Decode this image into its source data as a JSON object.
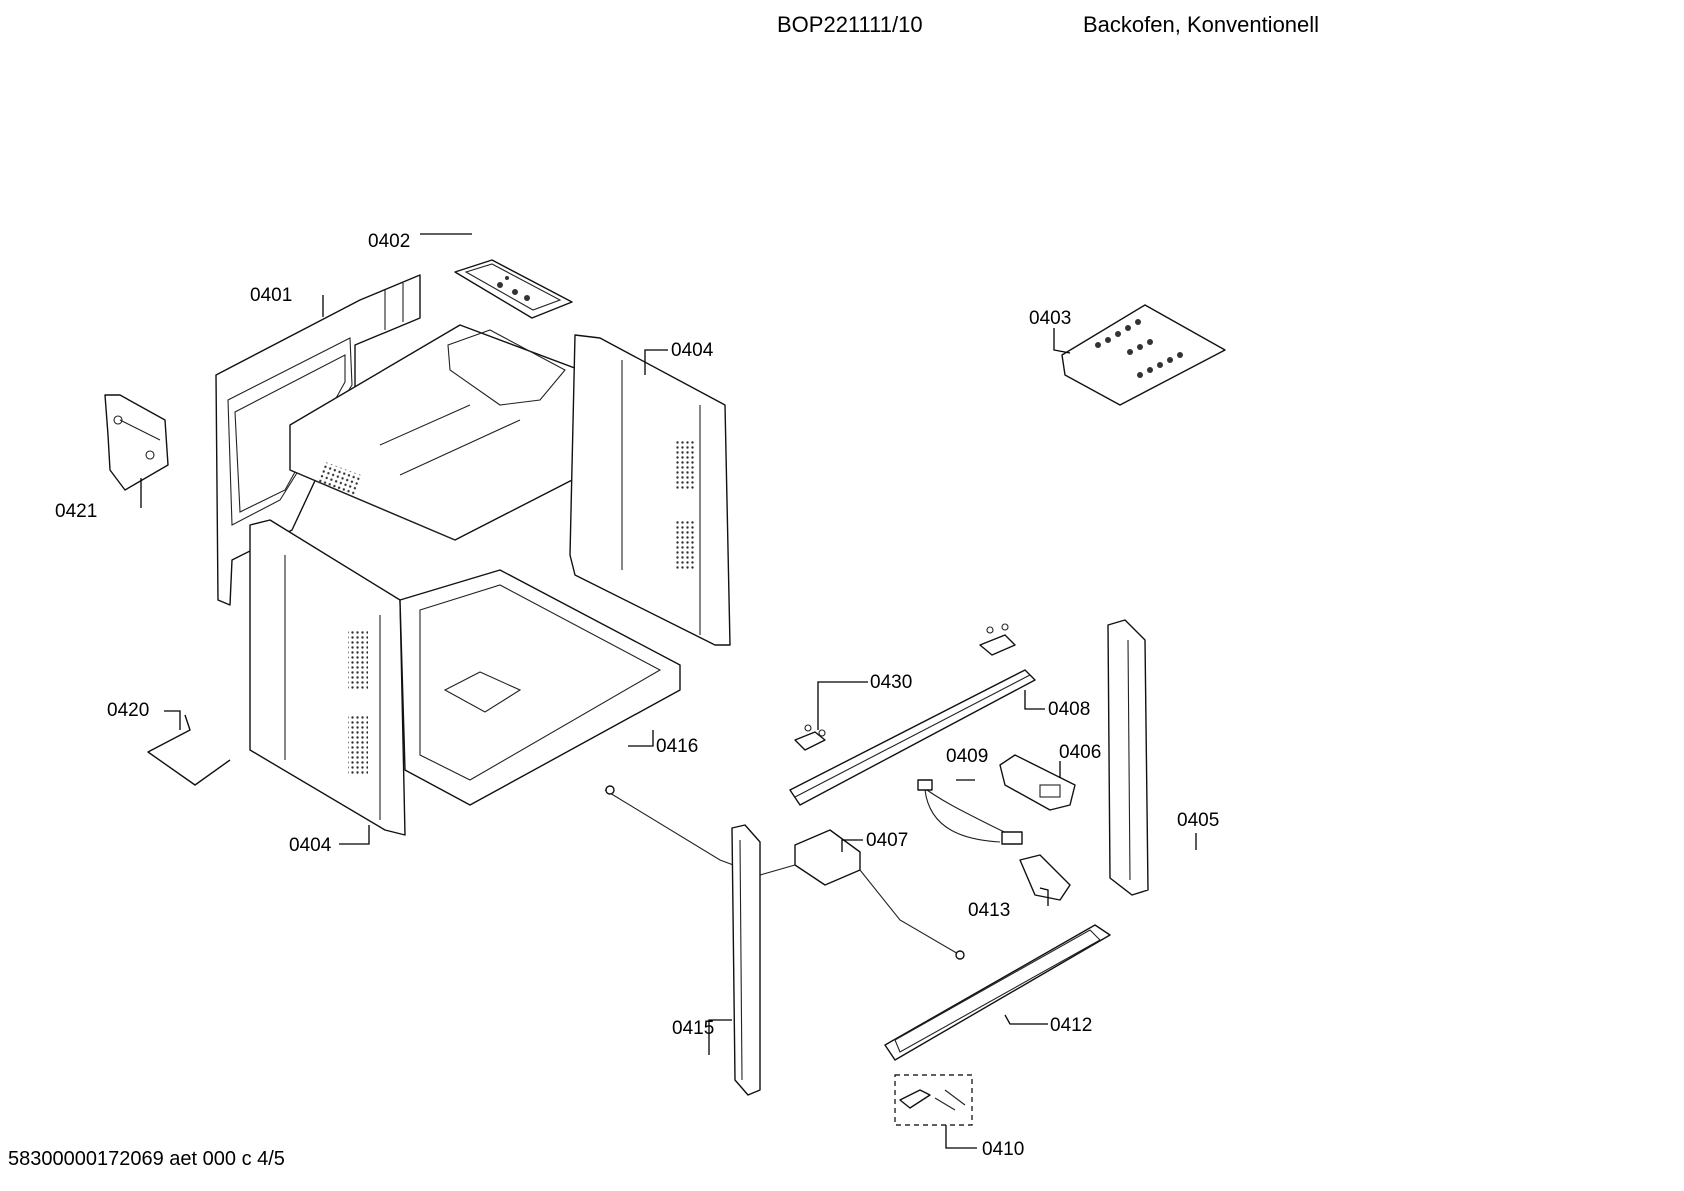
{
  "header": {
    "model": "BOP221111/10",
    "description": "Backofen, Konventionell"
  },
  "footer": {
    "document_code": "58300000172069 aet 000 c 4/5"
  },
  "parts": {
    "p0401": "0401",
    "p0402": "0402",
    "p0403": "0403",
    "p0404a": "0404",
    "p0404b": "0404",
    "p0405": "0405",
    "p0406": "0406",
    "p0407": "0407",
    "p0408": "0408",
    "p0409": "0409",
    "p0410": "0410",
    "p0412": "0412",
    "p0413": "0413",
    "p0415": "0415",
    "p0416": "0416",
    "p0420": "0420",
    "p0421": "0421",
    "p0430": "0430"
  }
}
